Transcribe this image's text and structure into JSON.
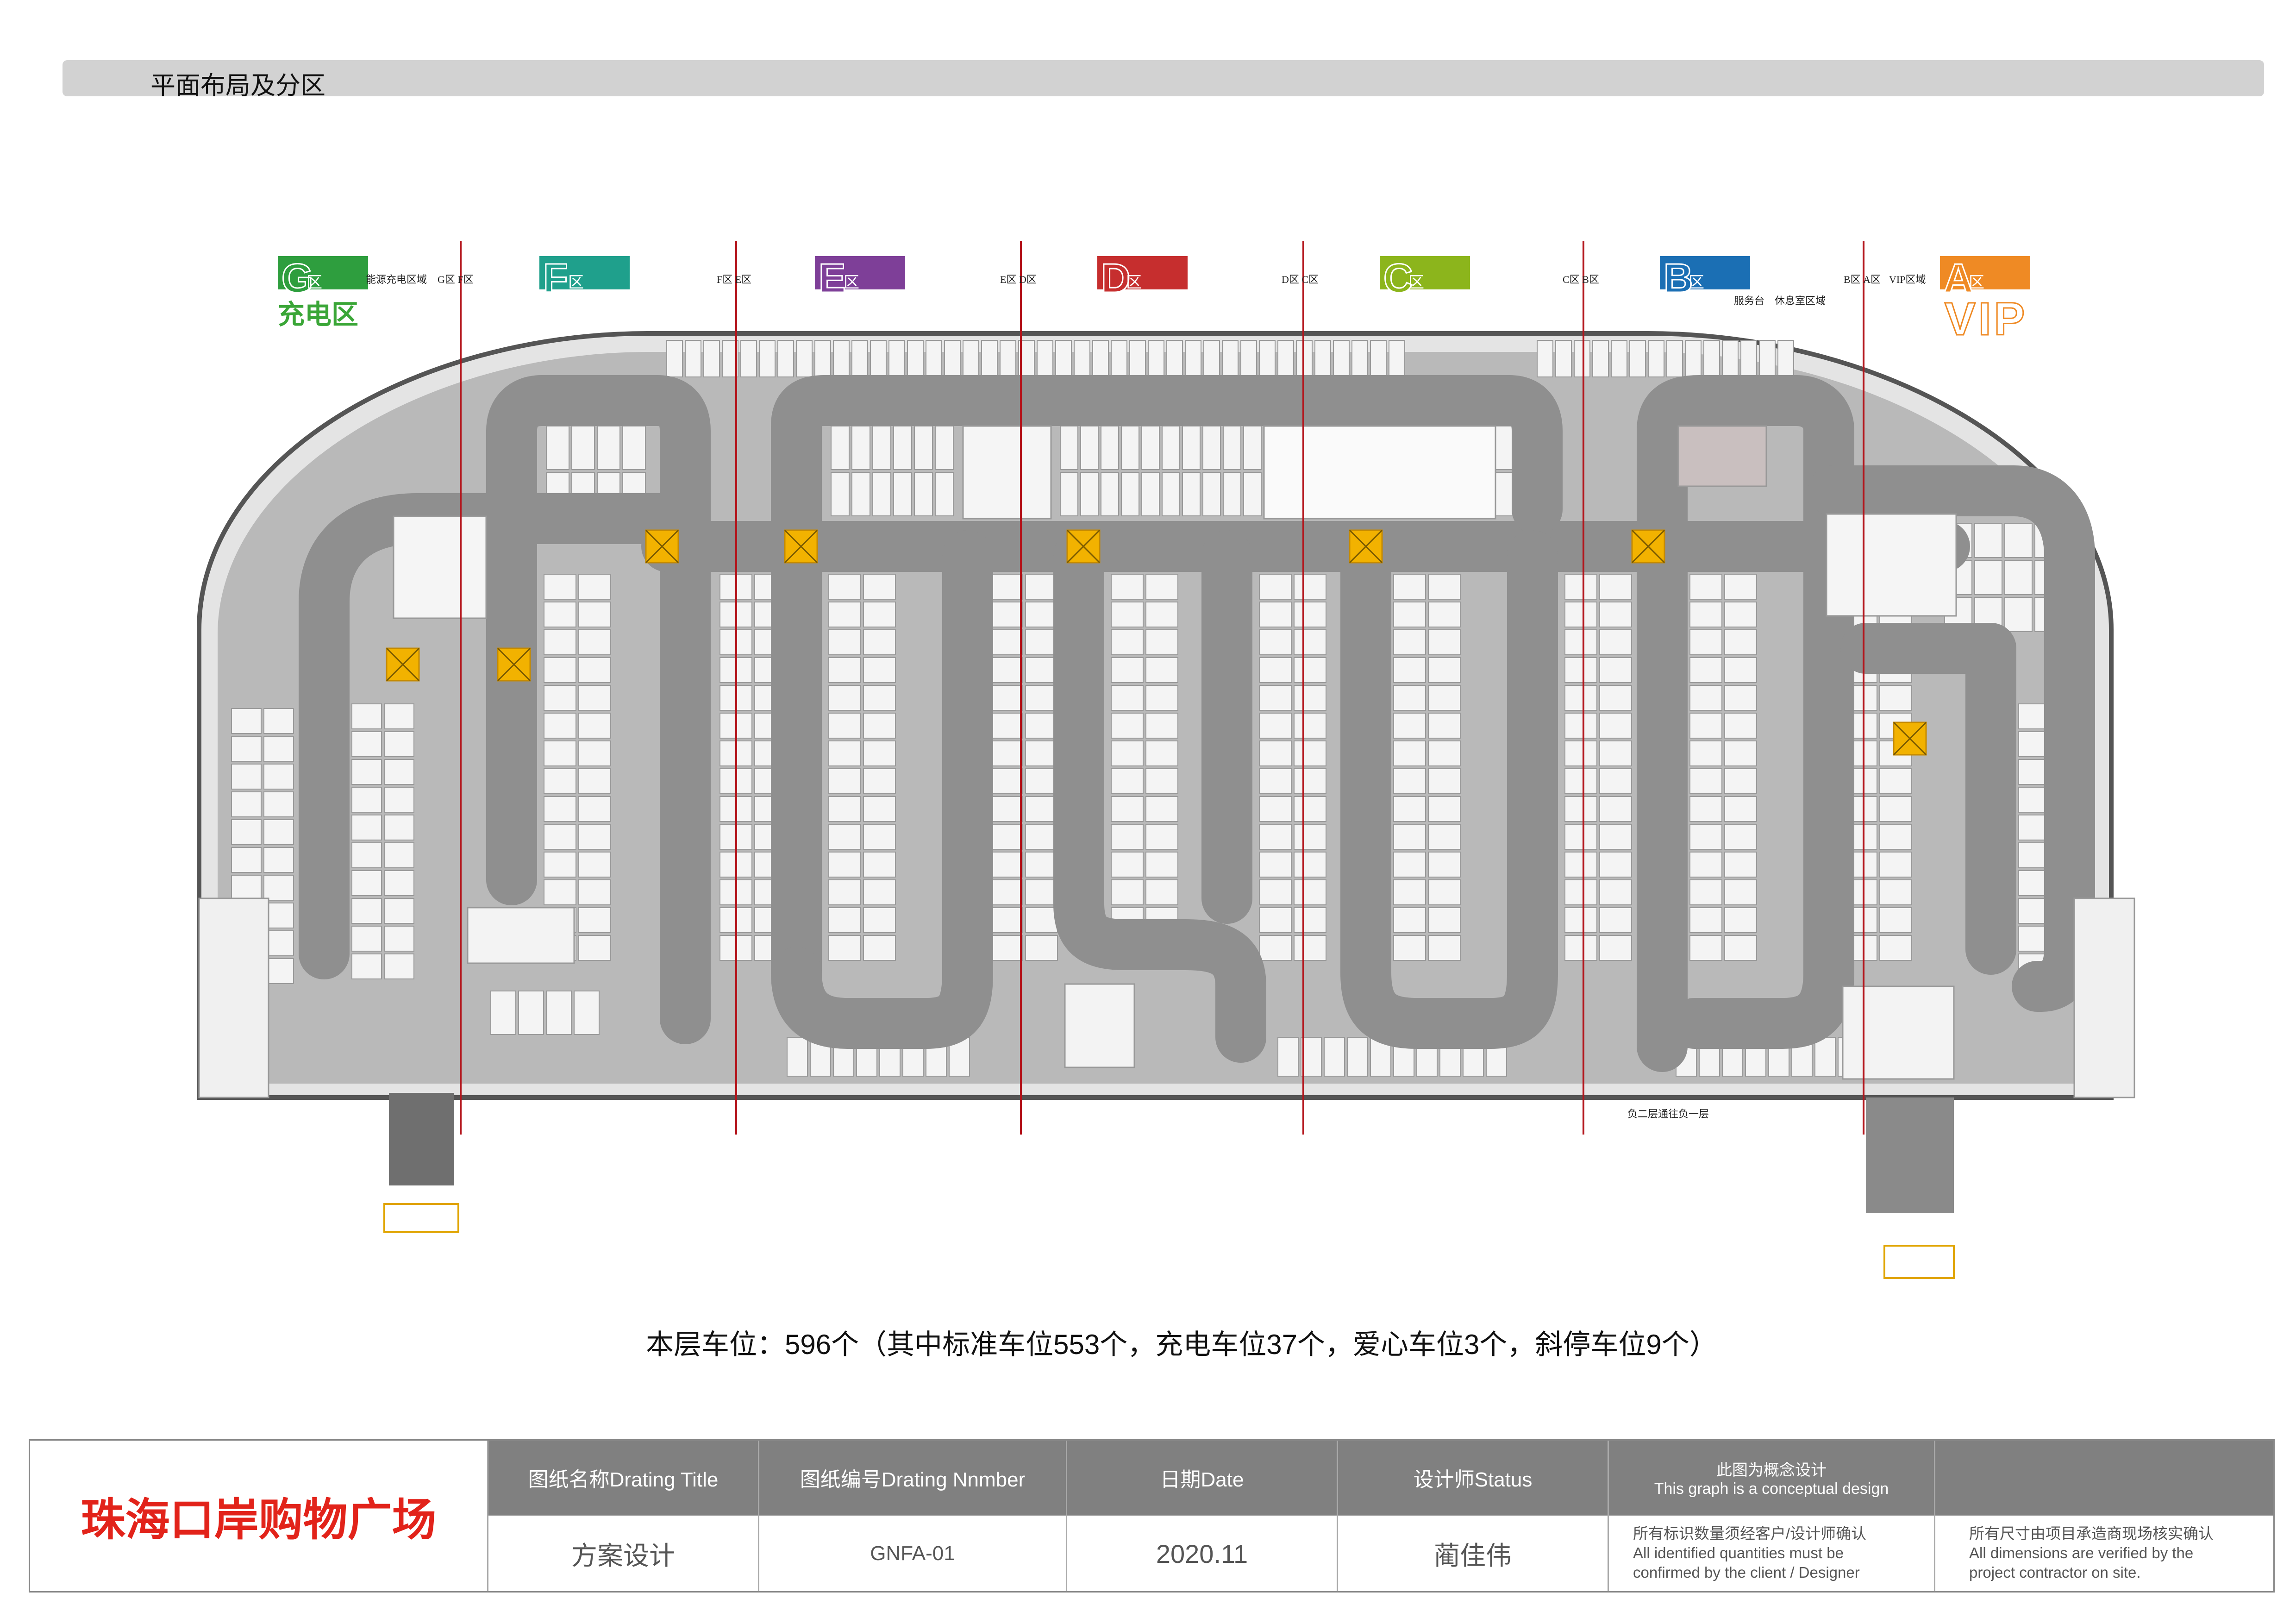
{
  "header": {
    "title": "平面布局及分区"
  },
  "zones": [
    {
      "letter": "G",
      "suffix": "区",
      "color": "#2e9e3e",
      "caption": "充电区",
      "caption_color": "#3aa637"
    },
    {
      "letter": "F",
      "suffix": "区",
      "color": "#1fa08c"
    },
    {
      "letter": "E",
      "suffix": "区",
      "color": "#7e3f98"
    },
    {
      "letter": "D",
      "suffix": "区",
      "color": "#c62e2e"
    },
    {
      "letter": "C",
      "suffix": "区",
      "color": "#8cb51c"
    },
    {
      "letter": "B",
      "suffix": "区",
      "color": "#1b6fb4"
    },
    {
      "letter": "A",
      "suffix": "区",
      "color": "#ef8a24",
      "caption": "VIP",
      "caption_color": "#ef8a24"
    }
  ],
  "plan_labels": {
    "g_energy": "能源充电区域",
    "gf": "G区 F区",
    "fe": "F区 E区",
    "ed": "E区 D区",
    "dc": "D区 C区",
    "cb": "C区 B区",
    "ba": "B区 A区",
    "vip_area": "VIP区域",
    "service": "服务台　休息室区域",
    "exit_note": "负二层通往负一层"
  },
  "summary": "本层车位：596个（其中标准车位553个，充电车位37个，爱心车位3个，斜停车位9个）",
  "title_block": {
    "company": "珠海口岸购物广场",
    "headers": {
      "title": "图纸名称Drating Title",
      "number": "图纸编号Drating Nnmber",
      "date": "日期Date",
      "designer": "设计师Status",
      "concept_cn": "此图为概念设计",
      "concept_en": "This graph is a conceptual design"
    },
    "values": {
      "title": "方案设计",
      "number": "GNFA-01",
      "date": "2020.11",
      "designer": "蔺佳伟"
    },
    "notes": {
      "left_cn": "所有标识数量须经客户/设计师确认",
      "left_en1": "All identified quantities must be",
      "left_en2": "confirmed by the client / Designer",
      "right_cn": "所有尺寸由项目承造商现场核实确认",
      "right_en1": "All dimensions are verified by the",
      "right_en2": "project contractor on site."
    }
  }
}
